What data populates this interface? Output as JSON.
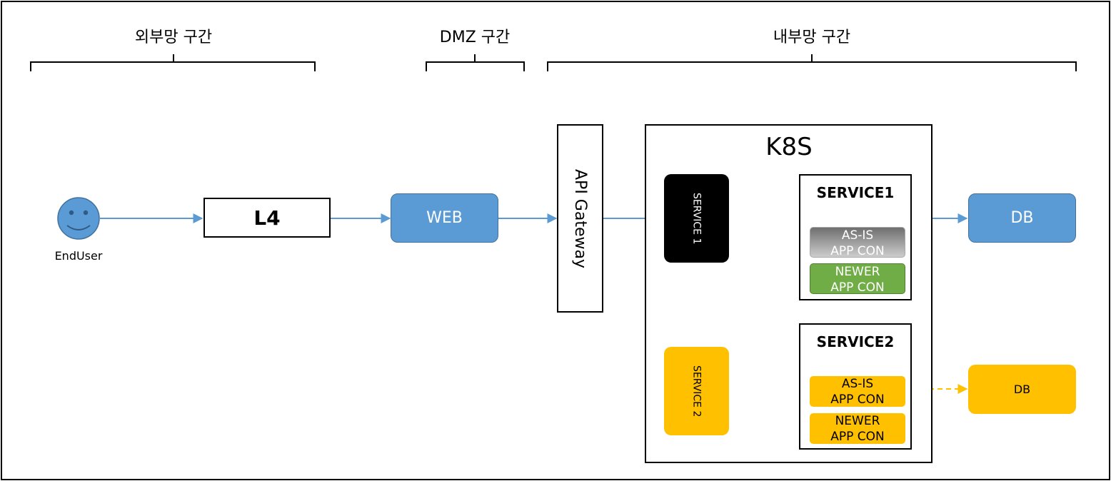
{
  "zones": {
    "external": "외부망 구간",
    "dmz": "DMZ 구간",
    "internal": "내부망 구간"
  },
  "actor": {
    "label": "EndUser",
    "icon": "smiley-face-icon"
  },
  "nodes": {
    "l4": "L4",
    "web": "WEB",
    "api_gateway": "API Gateway",
    "k8s": "K8S",
    "service1_pod": "SERVICE 1",
    "service2_pod": "SERVICE 2",
    "db_top": "DB",
    "db_bottom": "DB"
  },
  "service_groups": [
    {
      "title": "SERVICE1",
      "containers": [
        {
          "line1": "AS-IS",
          "line2": "APP CON",
          "style": "gray"
        },
        {
          "line1": "NEWER",
          "line2": "APP CON",
          "style": "green"
        }
      ]
    },
    {
      "title": "SERVICE2",
      "containers": [
        {
          "line1": "AS-IS",
          "line2": "APP CON",
          "style": "yellow"
        },
        {
          "line1": "NEWER",
          "line2": "APP CON",
          "style": "yellow"
        }
      ]
    }
  ],
  "colors": {
    "blue": "#5b9bd5",
    "blue_border": "#41719c",
    "yellow": "#ffc000",
    "green": "#70ad47",
    "black": "#000000",
    "face": "#5b9bd5"
  }
}
